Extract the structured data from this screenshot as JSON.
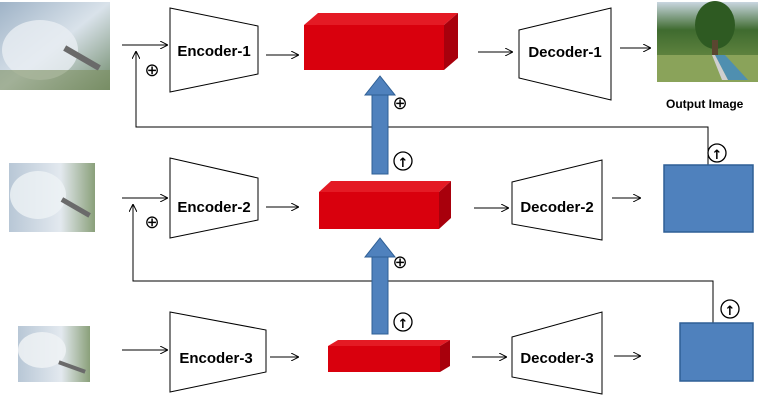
{
  "encoders": [
    "Encoder-1",
    "Encoder-2",
    "Encoder-3"
  ],
  "decoders": [
    "Decoder-1",
    "Decoder-2",
    "Decoder-3"
  ],
  "output_caption": "Output Image",
  "symbols": {
    "add": "⊕",
    "upsample": "↑"
  },
  "colors": {
    "feature_block": "#d9000d",
    "skip_arrow": "#4f81bd",
    "output_block": "#4f81bd",
    "stroke": "#000000"
  }
}
